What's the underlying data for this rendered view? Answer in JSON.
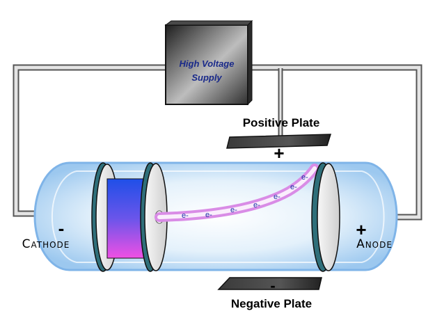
{
  "supply": {
    "line1": "High Voltage",
    "line2": "Supply"
  },
  "positive_plate": {
    "label": "Positive Plate",
    "sign": "+"
  },
  "negative_plate": {
    "label": "Negative Plate",
    "sign": "-"
  },
  "cathode": {
    "label": "Cathode",
    "sign": "-"
  },
  "anode": {
    "label": "Anode",
    "sign": "+"
  },
  "electron_label": "e-",
  "colors": {
    "tube_glass": "#cfe6f8",
    "wire": "#dcdcdc",
    "beam": "#e6a6ee",
    "cathode_block_top": "#2d57e6",
    "cathode_block_bottom": "#ee4fe6",
    "disc_rim": "#2f6f7a"
  }
}
